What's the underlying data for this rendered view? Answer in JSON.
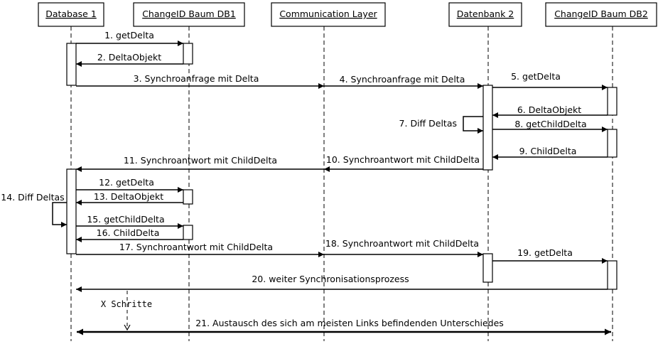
{
  "participants": [
    "Database 1",
    "ChangeID Baum DB1",
    "Communication Layer",
    "Datenbank 2",
    "ChangeID Baum DB2"
  ],
  "messages": [
    "1. getDelta",
    "2. DeltaObjekt",
    "3. Synchroanfrage mit Delta",
    "4. Synchroanfrage mit Delta",
    "5. getDelta",
    "6. DeltaObjekt",
    "7. Diff Deltas",
    "8. getChildDelta",
    "9. ChildDelta",
    "10. Synchroantwort mit ChildDelta",
    "11. Synchroantwort mit ChildDelta",
    "12. getDelta",
    "13. DeltaObjekt",
    "14. Diff Deltas",
    "15. getChildDelta",
    "16. ChildDelta",
    "17. Synchroantwort mit ChildDelta",
    "18. Synchroantwort mit ChildDelta",
    "19. getDelta",
    "20. weiter Synchronisationsprozess",
    "21. Austausch des sich am meisten Links befindenden Unterschiedes"
  ],
  "steps_note": "X Schritte"
}
